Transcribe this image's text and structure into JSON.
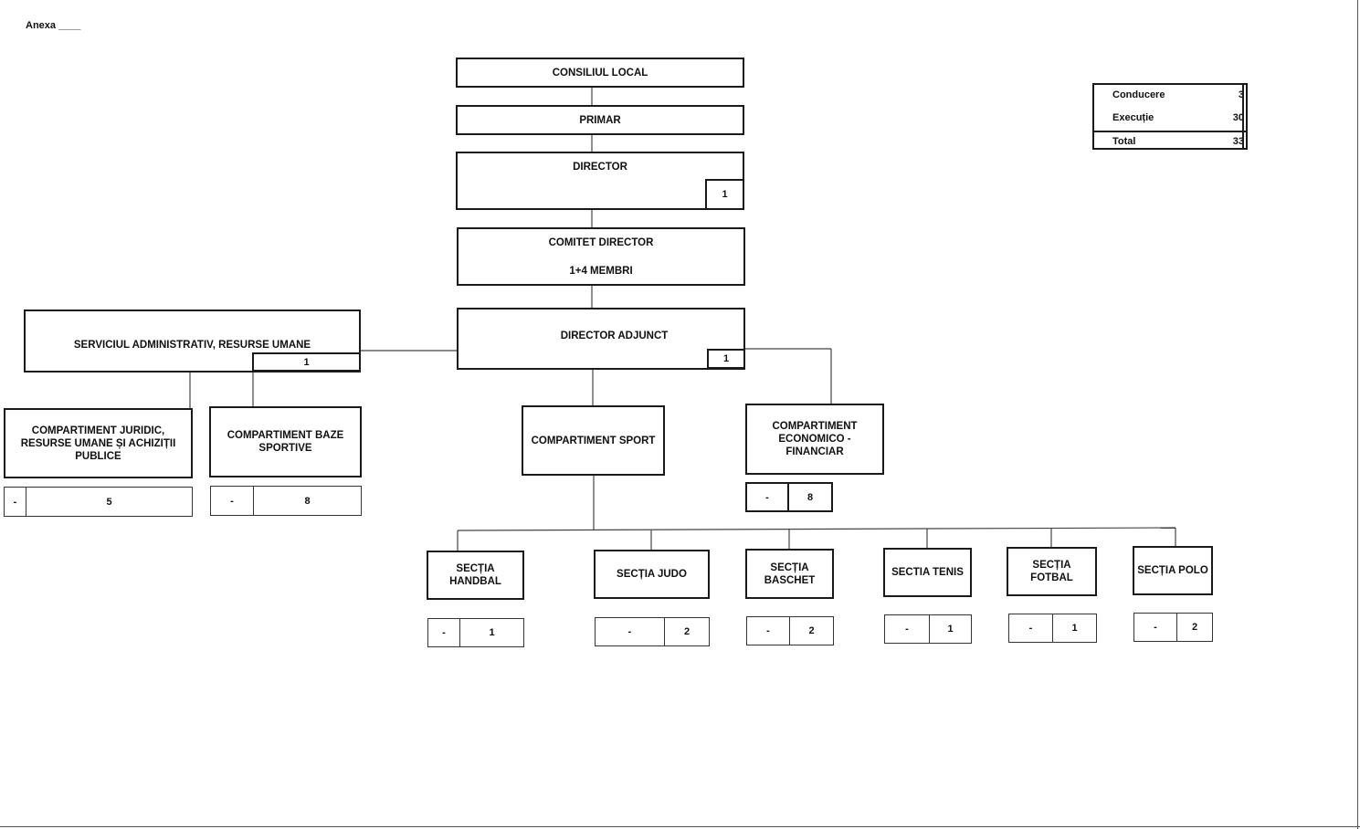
{
  "annex_label": "Anexa ____",
  "summary": {
    "rows": [
      {
        "label": "Conducere",
        "value": "3"
      },
      {
        "label": "Execuție",
        "value": "30"
      },
      {
        "label": "Total",
        "value": "33"
      }
    ]
  },
  "org": {
    "consiliul": "CONSILIUL LOCAL",
    "primar": "PRIMAR",
    "director": {
      "label": "DIRECTOR",
      "count": "1"
    },
    "comitet": {
      "line1": "COMITET DIRECTOR",
      "line2": "1+4 MEMBRI"
    },
    "director_adjunct": {
      "label": "DIRECTOR ADJUNCT",
      "count": "1"
    },
    "serviciul": {
      "label": "SERVICIUL ADMINISTRATIV, RESURSE UMANE",
      "count": "1"
    },
    "comp_juridic": {
      "label": "COMPARTIMENT JURIDIC, RESURSE UMANE ȘI ACHIZIȚII PUBLICE",
      "lead": "-",
      "count": "5"
    },
    "comp_baze": {
      "label": "COMPARTIMENT BAZE SPORTIVE",
      "lead": "-",
      "count": "8"
    },
    "comp_sport": {
      "label": "COMPARTIMENT SPORT"
    },
    "comp_economic": {
      "label": "COMPARTIMENT ECONOMICO - FINANCIAR",
      "lead": "-",
      "count": "8"
    },
    "sectii": [
      {
        "label": "SECȚIA HANDBAL",
        "lead": "-",
        "count": "1"
      },
      {
        "label": "SECȚIA JUDO",
        "lead": "-",
        "count": "2"
      },
      {
        "label": "SECȚIA BASCHET",
        "lead": "-",
        "count": "2"
      },
      {
        "label": "SECTIA TENIS",
        "lead": "-",
        "count": "1"
      },
      {
        "label": "SECȚIA FOTBAL",
        "lead": "-",
        "count": "1"
      },
      {
        "label": "SECȚIA POLO",
        "lead": "-",
        "count": "2"
      }
    ]
  }
}
